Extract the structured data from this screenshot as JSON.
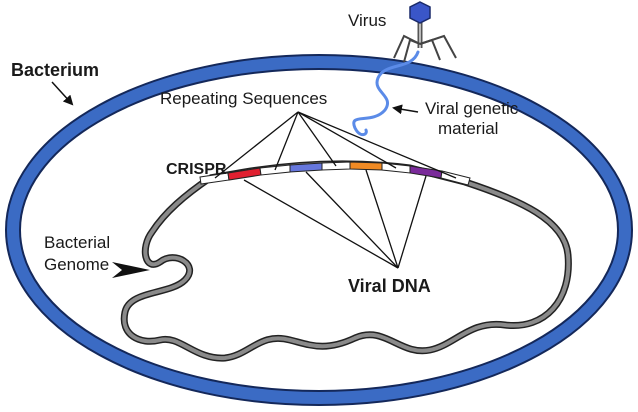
{
  "labels": {
    "bacterium": "Bacterium",
    "virus": "Virus",
    "repeating_sequences": "Repeating Sequences",
    "viral_genetic_material_line1": "Viral genetic",
    "viral_genetic_material_line2": "material",
    "crispr": "CRISPR",
    "bacterial_genome_line1": "Bacterial",
    "bacterial_genome_line2": "Genome",
    "viral_dna": "Viral DNA"
  },
  "colors": {
    "cell_wall": "#3b6bc4",
    "viral_strand": "#5b8be8",
    "genome": "#4a4a4a",
    "spacer_red": "#e02030",
    "spacer_blue": "#6677dd",
    "spacer_orange": "#f08a24",
    "spacer_purple": "#7a2a9a",
    "virus_head": "#3a56c8"
  }
}
